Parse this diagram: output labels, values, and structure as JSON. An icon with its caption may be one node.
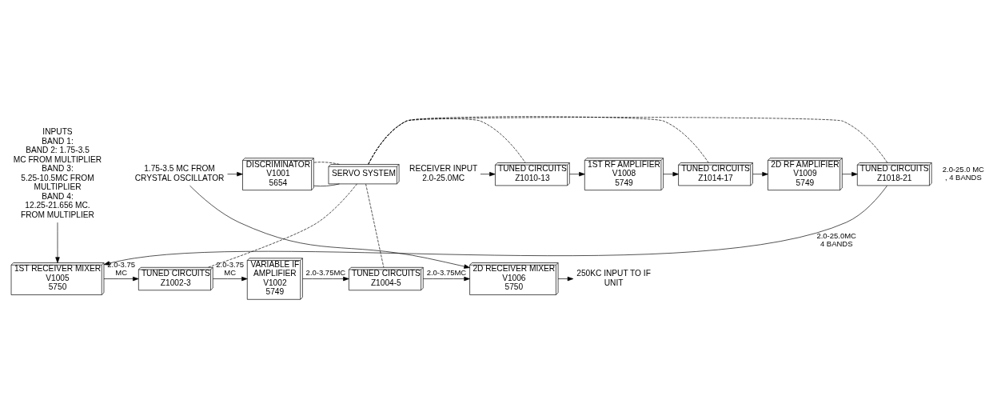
{
  "diagram": {
    "nodes": [
      {
        "text": [
          "TUNED CIRCUITS",
          "Z1010-13"
        ]
      },
      {
        "text": [
          "1ST RF AMPLIFIER",
          "V1008",
          "5749"
        ]
      },
      {
        "text": [
          "TUNED CIRCUITS",
          "Z1014-17"
        ]
      },
      {
        "text": [
          "2D RF AMPLIFIER",
          "V1009",
          "5749"
        ]
      },
      {
        "text": [
          "TUNED CIRCUITS",
          "Z1018-21"
        ]
      },
      {
        "text": [
          "DISCRIMINATOR",
          "V1001",
          "5654"
        ]
      },
      {
        "text": [
          "SERVO SYSTEM"
        ]
      },
      {
        "text": [
          "1ST RECEIVER MIXER",
          "V1005",
          "5750"
        ]
      },
      {
        "text": [
          "TUNED CIRCUITS",
          "Z1002-3"
        ]
      },
      {
        "text": [
          "VARIABLE IF AMPLIFIER",
          "V1002",
          "5749"
        ]
      },
      {
        "text": [
          "TUNED CIRCUITS",
          "Z1004-5"
        ]
      },
      {
        "text": [
          "2D RECEIVER MIXER",
          "V1006",
          "5750"
        ]
      },
      {
        "text": [
          "INPUTS",
          "BAND 1:",
          "BAND 2: 1.75-3.5 MC FROM MULTIPLIER",
          "BAND 3: 5.25-10.5MC FROM MULTIPLIER",
          "BAND 4: 12.25-21.656 MC. FROM MULTIPLIER"
        ]
      },
      {
        "text": [
          "RECEIVER INPUT",
          "2.0-25.0MC"
        ]
      },
      {
        "text": [
          "250KC INPUT TO IF UNIT"
        ]
      },
      {
        "text": [
          "1.75-3.5 MC FROM CRYSTAL OSCILLATOR"
        ]
      }
    ],
    "edges": [
      {
        "from": 13,
        "to": 0,
        "arrow": "to"
      },
      {
        "from": 0,
        "to": 1,
        "arrow": "to"
      },
      {
        "from": 1,
        "to": 2,
        "arrow": "to"
      },
      {
        "from": 2,
        "to": 3,
        "arrow": "to"
      },
      {
        "from": 3,
        "to": 4,
        "arrow": "to"
      },
      {
        "from": 4,
        "to": 7,
        "arrow": "to",
        "label": "2.0-25.0MC 4 BANDS"
      },
      {
        "from": 12,
        "to": 7,
        "arrow": "to"
      },
      {
        "from": 7,
        "to": 8,
        "arrow": "to",
        "label": "2.0-3.75 MC"
      },
      {
        "from": 8,
        "to": 9,
        "arrow": "to",
        "label": "2.0-3.75 MC"
      },
      {
        "from": 9,
        "to": 10,
        "arrow": "to",
        "label": "2.0-3.75MC"
      },
      {
        "from": 10,
        "to": 11,
        "arrow": "to",
        "label": "2.0-3.75MC"
      },
      {
        "from": 11,
        "to": 14,
        "arrow": "to"
      },
      {
        "from": 5,
        "to": 6,
        "arrow": "none"
      },
      {
        "from": 15,
        "to": 5,
        "arrow": "to"
      },
      {
        "from": 15,
        "to": 11,
        "arrow": "to"
      },
      {
        "from": 6,
        "to": 0,
        "arrow": "none",
        "style": "dashed"
      },
      {
        "from": 6,
        "to": 2,
        "arrow": "none",
        "style": "dashed"
      },
      {
        "from": 6,
        "to": 4,
        "arrow": "none",
        "style": "dashed"
      },
      {
        "from": 6,
        "to": 5,
        "arrow": "none",
        "style": "dashed"
      },
      {
        "from": 6,
        "to": 8,
        "arrow": "none",
        "style": "dashed"
      },
      {
        "from": 6,
        "to": 10,
        "arrow": "none",
        "style": "dashed"
      }
    ],
    "labels": [
      "2.0-25.0 MC , 4 BANDS"
    ]
  }
}
